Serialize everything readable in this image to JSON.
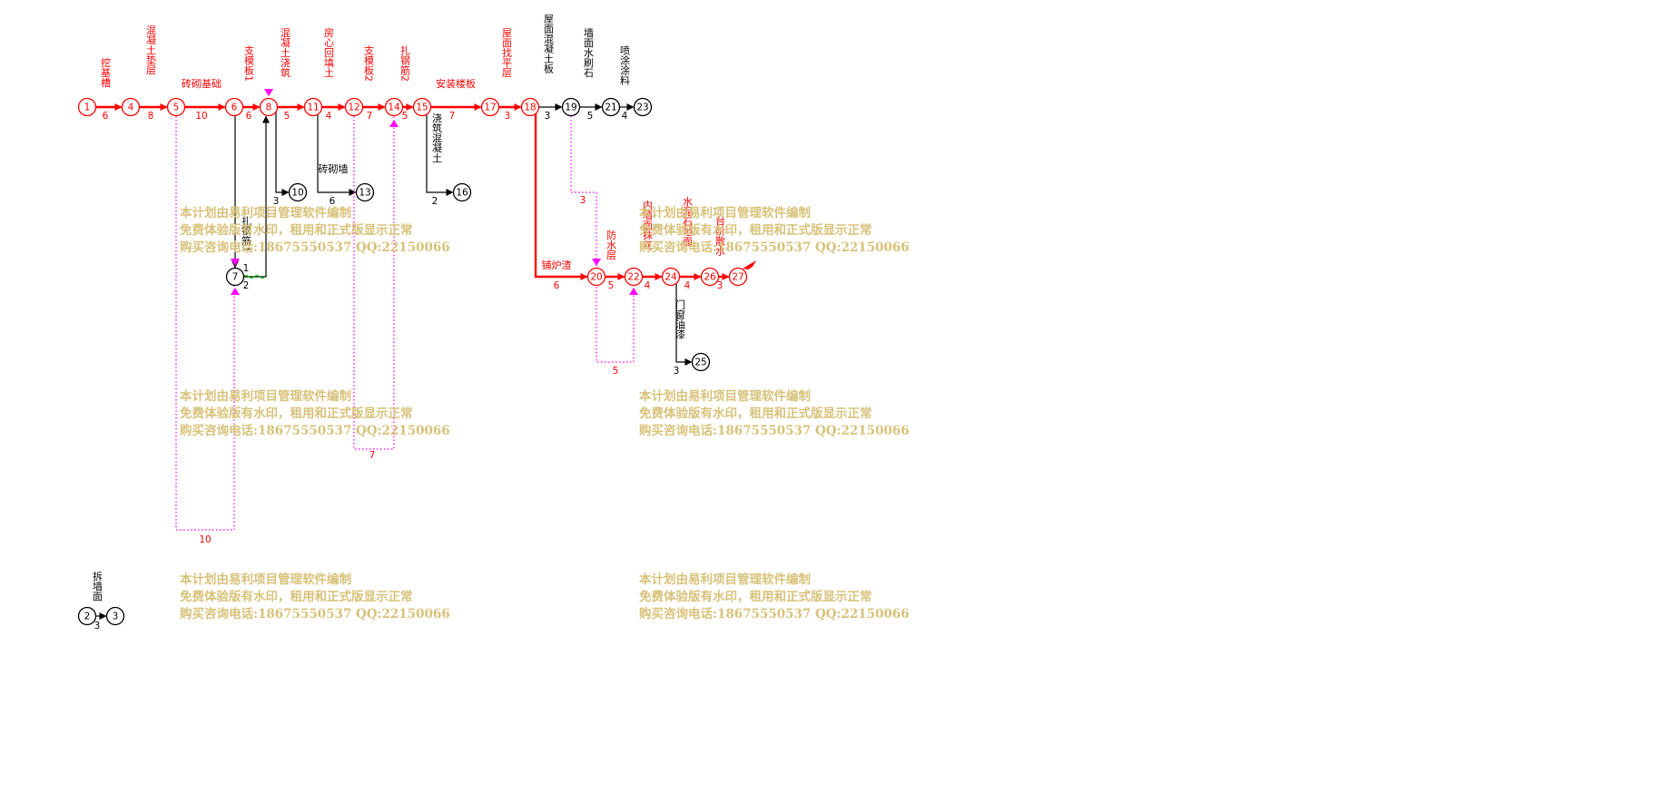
{
  "colors": {
    "critical": "#ff0000",
    "normal": "#000000",
    "dummy": "#ff00ff",
    "magenta_marker": "#ff00ff",
    "float": "#00c000",
    "watermark": "#d8c27a"
  },
  "watermark": {
    "line1": "本计划由易利项目管理软件编制",
    "line2": "免费体验版有水印，租用和正式版显示正常",
    "line3": "购买咨询电话:18675550537 QQ:22150066"
  },
  "nodes": [
    {
      "id": "1",
      "critical": true
    },
    {
      "id": "4",
      "critical": true
    },
    {
      "id": "5",
      "critical": true
    },
    {
      "id": "6",
      "critical": true
    },
    {
      "id": "8",
      "critical": true
    },
    {
      "id": "11",
      "critical": true
    },
    {
      "id": "12",
      "critical": true
    },
    {
      "id": "14",
      "critical": true
    },
    {
      "id": "15",
      "critical": true
    },
    {
      "id": "17",
      "critical": true
    },
    {
      "id": "18",
      "critical": true
    },
    {
      "id": "19",
      "critical": false
    },
    {
      "id": "21",
      "critical": false
    },
    {
      "id": "23",
      "critical": false
    },
    {
      "id": "10",
      "critical": false
    },
    {
      "id": "13",
      "critical": false
    },
    {
      "id": "16",
      "critical": false
    },
    {
      "id": "7",
      "critical": false
    },
    {
      "id": "20",
      "critical": true
    },
    {
      "id": "22",
      "critical": true
    },
    {
      "id": "24",
      "critical": true
    },
    {
      "id": "26",
      "critical": true
    },
    {
      "id": "27",
      "critical": true
    },
    {
      "id": "25",
      "critical": false
    },
    {
      "id": "2",
      "critical": false
    },
    {
      "id": "3",
      "critical": false
    }
  ],
  "activities": [
    {
      "from": "1",
      "to": "4",
      "name": "挖基槽",
      "duration": "6",
      "critical": true
    },
    {
      "from": "4",
      "to": "5",
      "name": "混凝土垫层",
      "duration": "8",
      "critical": true
    },
    {
      "from": "5",
      "to": "6",
      "name": "砖砌基础",
      "duration": "10",
      "critical": true
    },
    {
      "from": "6",
      "to": "8",
      "name": "支模板1",
      "duration": "6",
      "critical": true
    },
    {
      "from": "8",
      "to": "11",
      "name": "混凝土浇筑",
      "duration": "5",
      "critical": true
    },
    {
      "from": "11",
      "to": "12",
      "name": "房心回填土",
      "duration": "4",
      "critical": true
    },
    {
      "from": "12",
      "to": "14",
      "name": "支模板2",
      "duration": "7",
      "critical": true
    },
    {
      "from": "14",
      "to": "15",
      "name": "扎钢筋2",
      "duration": "5",
      "critical": true
    },
    {
      "from": "15",
      "to": "17",
      "name": "安装楼板",
      "duration": "7",
      "critical": true
    },
    {
      "from": "17",
      "to": "18",
      "name": "屋面找平层",
      "duration": "3",
      "critical": true
    },
    {
      "from": "18",
      "to": "19",
      "name": "屋面混凝土板",
      "duration": "3",
      "critical": false
    },
    {
      "from": "19",
      "to": "21",
      "name": "墙面水刷石",
      "duration": "5",
      "critical": false
    },
    {
      "from": "21",
      "to": "23",
      "name": "喷涂涂料",
      "duration": "4",
      "critical": false
    },
    {
      "from": "8",
      "to": "10",
      "name": "",
      "duration": "3",
      "critical": false
    },
    {
      "from": "11",
      "to": "13",
      "name": "砖砌墙",
      "duration": "6",
      "critical": false
    },
    {
      "from": "15",
      "to": "16",
      "name": "浇筑混凝土",
      "duration": "2",
      "critical": false
    },
    {
      "from": "6",
      "to": "7",
      "name": "扎钢筋1",
      "duration": "1",
      "critical": false
    },
    {
      "from": "7",
      "to": "8",
      "name": "",
      "duration": "2",
      "critical": false
    },
    {
      "from": "18",
      "to": "20",
      "name": "铺炉渣",
      "duration": "6",
      "critical": true
    },
    {
      "from": "20",
      "to": "22",
      "name": "防水层",
      "duration": "5",
      "critical": true
    },
    {
      "from": "22",
      "to": "24",
      "name": "内墙面抹灰",
      "duration": "4",
      "critical": true
    },
    {
      "from": "24",
      "to": "26",
      "name": "水泥石地面",
      "duration": "4",
      "critical": true
    },
    {
      "from": "26",
      "to": "27",
      "name": "台阶散水",
      "duration": "3",
      "critical": true
    },
    {
      "from": "24",
      "to": "25",
      "name": "门窗油漆",
      "duration": "3",
      "critical": false
    },
    {
      "from": "2",
      "to": "3",
      "name": "拆墙面",
      "duration": "3",
      "critical": false
    }
  ],
  "dummy_durations": {
    "d5_7": "10",
    "d12_14": "7",
    "d19_20": "3",
    "d20_22": "5"
  }
}
